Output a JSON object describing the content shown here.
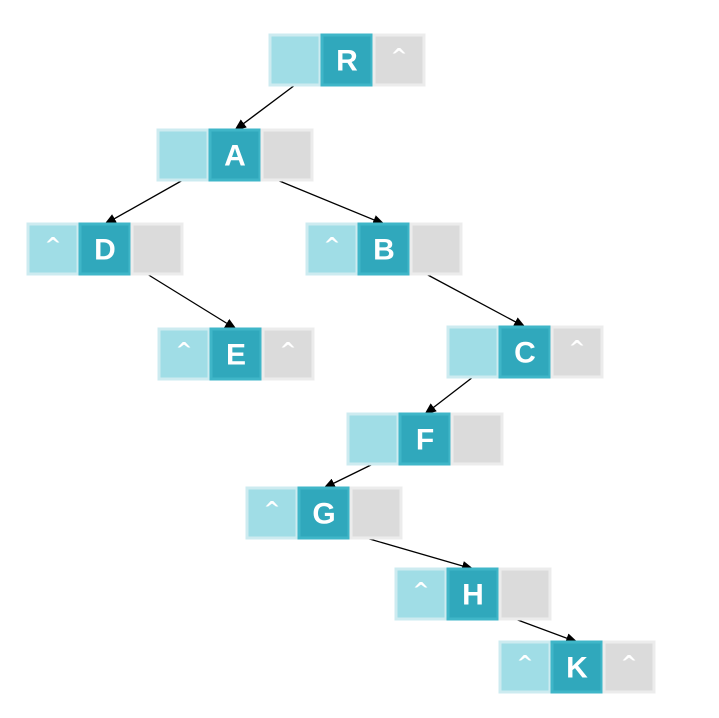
{
  "null_symbol": "^",
  "colors": {
    "left_field": "#a0dde6",
    "data_field": "#30a8bc",
    "right_field": "#dbdbdb",
    "edge": "#000000"
  },
  "nodes": [
    {
      "id": "R",
      "label": "R",
      "left_null": false,
      "right_null": true
    },
    {
      "id": "A",
      "label": "A",
      "left_null": false,
      "right_null": false
    },
    {
      "id": "D",
      "label": "D",
      "left_null": true,
      "right_null": false
    },
    {
      "id": "B",
      "label": "B",
      "left_null": true,
      "right_null": false
    },
    {
      "id": "E",
      "label": "E",
      "left_null": true,
      "right_null": true
    },
    {
      "id": "C",
      "label": "C",
      "left_null": false,
      "right_null": true
    },
    {
      "id": "F",
      "label": "F",
      "left_null": false,
      "right_null": false
    },
    {
      "id": "G",
      "label": "G",
      "left_null": true,
      "right_null": false
    },
    {
      "id": "H",
      "label": "H",
      "left_null": true,
      "right_null": false
    },
    {
      "id": "K",
      "label": "K",
      "left_null": true,
      "right_null": true
    }
  ],
  "edges": [
    {
      "from": "R",
      "side": "left",
      "to": "A"
    },
    {
      "from": "A",
      "side": "left",
      "to": "D"
    },
    {
      "from": "A",
      "side": "right",
      "to": "B"
    },
    {
      "from": "D",
      "side": "right",
      "to": "E"
    },
    {
      "from": "B",
      "side": "right",
      "to": "C"
    },
    {
      "from": "C",
      "side": "left",
      "to": "F"
    },
    {
      "from": "F",
      "side": "left",
      "to": "G"
    },
    {
      "from": "G",
      "side": "right",
      "to": "H"
    },
    {
      "from": "H",
      "side": "right",
      "to": "K"
    }
  ]
}
